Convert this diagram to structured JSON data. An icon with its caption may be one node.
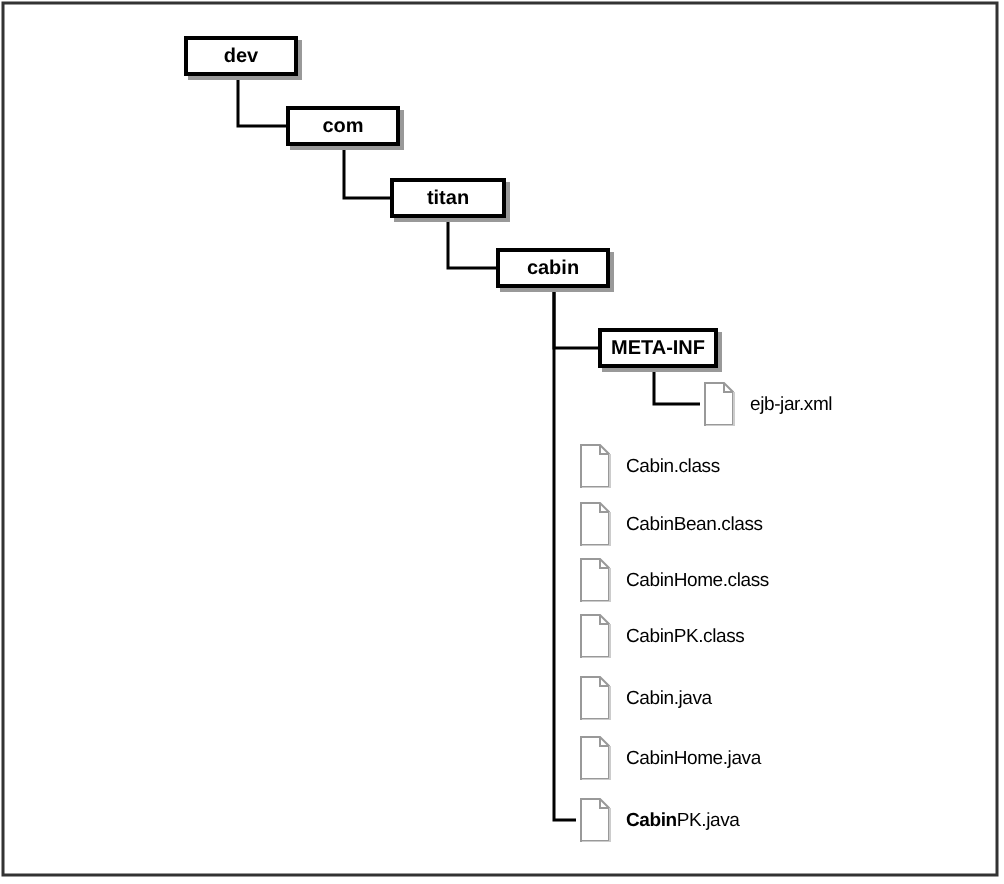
{
  "diagram": {
    "nodes": [
      {
        "text": [
          "dev"
        ]
      },
      {
        "text": [
          "com"
        ]
      },
      {
        "text": [
          "titan"
        ]
      },
      {
        "text": [
          "cabin"
        ]
      },
      {
        "text": [
          "META-INF"
        ]
      },
      {
        "text": [
          "ejb-jar.xml"
        ]
      },
      {
        "text": [
          "Cabin.class"
        ]
      },
      {
        "text": [
          "CabinBean.class"
        ]
      },
      {
        "text": [
          "CabinHome.class"
        ]
      },
      {
        "text": [
          "CabinPK.class"
        ]
      },
      {
        "text": [
          "Cabin.java"
        ]
      },
      {
        "text": [
          "CabinHome.java"
        ]
      },
      {
        "text": [
          "**Cabin**PK.java"
        ]
      }
    ],
    "edges": [
      {
        "from": 0,
        "to": 1,
        "arrow": "none"
      },
      {
        "from": 1,
        "to": 2,
        "arrow": "none"
      },
      {
        "from": 2,
        "to": 3,
        "arrow": "none"
      },
      {
        "from": 3,
        "to": 4,
        "arrow": "none"
      },
      {
        "from": 4,
        "to": 5,
        "arrow": "none"
      },
      {
        "from": 3,
        "to": 12,
        "arrow": "none"
      }
    ]
  }
}
